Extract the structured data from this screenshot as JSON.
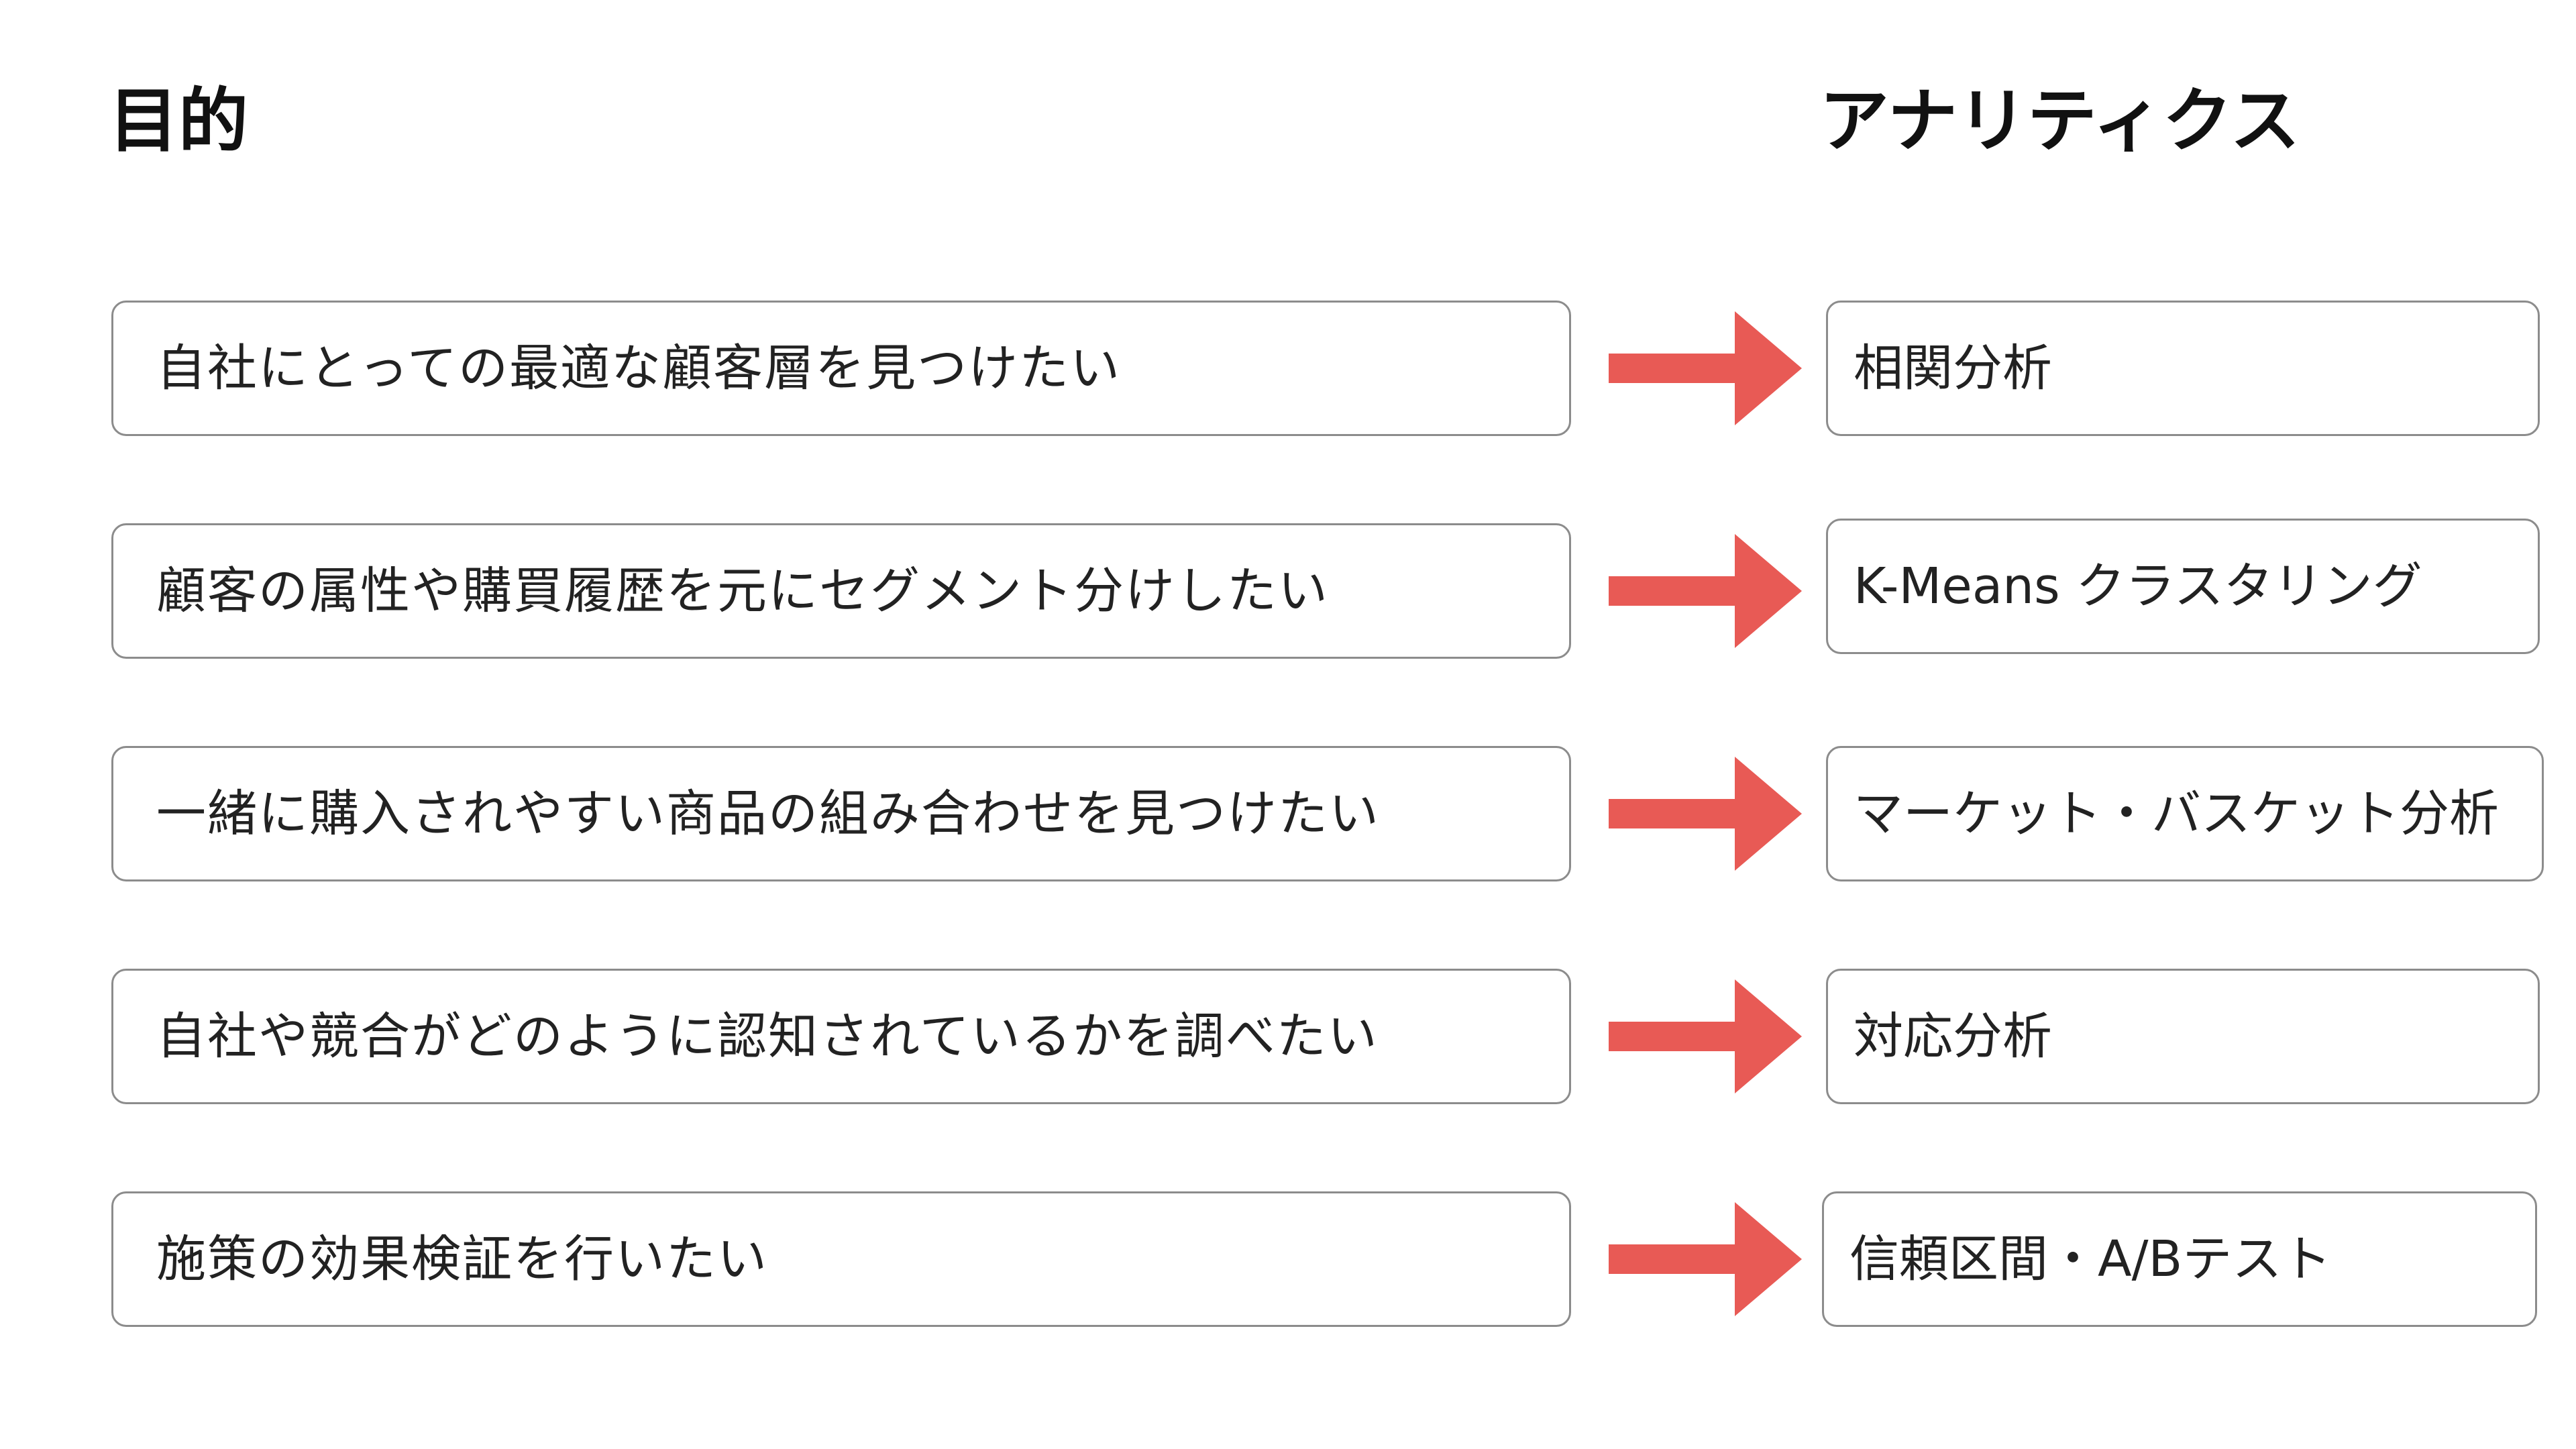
{
  "headers": {
    "purpose": "目的",
    "analytics": "アナリティクス"
  },
  "rows": [
    {
      "purpose": "自社にとっての最適な顧客層を見つけたい",
      "analytics": "相関分析"
    },
    {
      "purpose": "顧客の属性や購買履歴を元にセグメント分けしたい",
      "analytics": "K-Means クラスタリング"
    },
    {
      "purpose": "一緒に購入されやすい商品の組み合わせを見つけたい",
      "analytics": "マーケット・バスケット分析"
    },
    {
      "purpose": "自社や競合がどのように認知されているかを調べたい",
      "analytics": "対応分析"
    },
    {
      "purpose": "施策の効果検証を行いたい",
      "analytics": "信頼区間・A/Bテスト"
    }
  ],
  "colors": {
    "arrow": "#e85a55",
    "border": "#8c8c8c"
  }
}
